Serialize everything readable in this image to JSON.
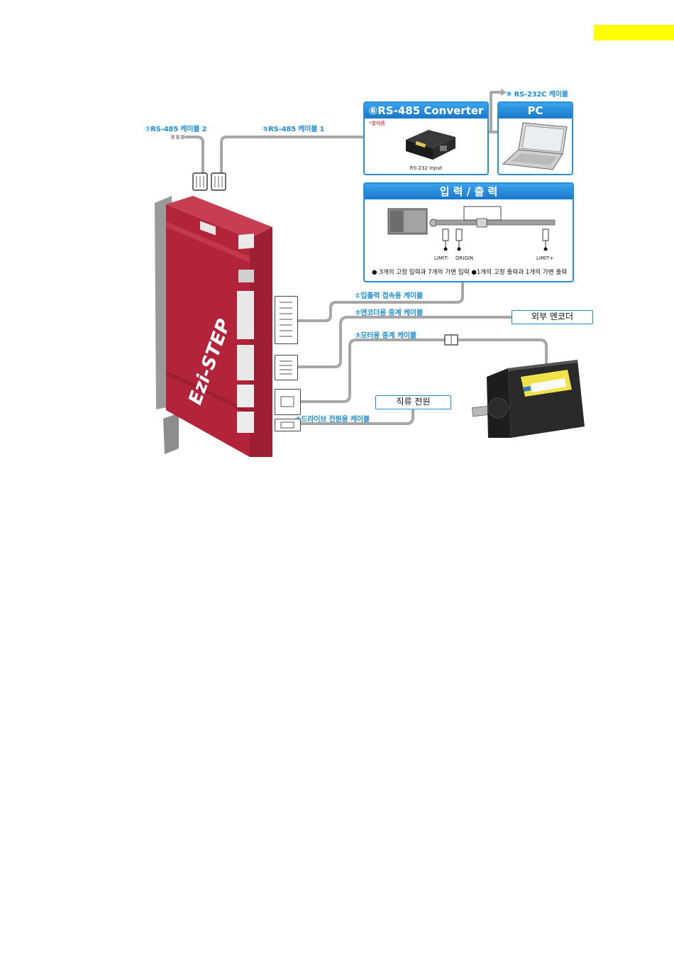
{
  "cables": {
    "rs485_cable2": "⑦RS-485 케이블 2",
    "rs485_cable1": "⑤RS-485 케이블 1",
    "rs232c_cable": "⑧ RS-232C 케이블",
    "io_cable": "①입출력 접속용 케이블",
    "encoder_cable": "②엔코더용 중계 케이블",
    "motor_cable": "③모터용 중계 케이블",
    "power_cable": "④드라이브 전원용 케이블"
  },
  "converter": {
    "title": "⑥RS-485 Converter",
    "note": "*별매품",
    "caption": "RS-232 Input"
  },
  "pc": {
    "title": "PC"
  },
  "io_panel": {
    "title": "입 력 / 출 력",
    "limit_minus": "LIMIT-",
    "origin": "ORIGIN",
    "limit_plus": "LIMIT+",
    "caption": "● 3개의 고정 입력과 7개의 가변 입력  ●1개의 고정 출력과 1개의 가변 출력"
  },
  "external_encoder": "외부 엔코더",
  "dc_power": "직류 전원",
  "colors": {
    "accent_blue": "#1e8fd6",
    "drive_red": "#b3243a",
    "highlight_yellow": "#ffff00"
  }
}
